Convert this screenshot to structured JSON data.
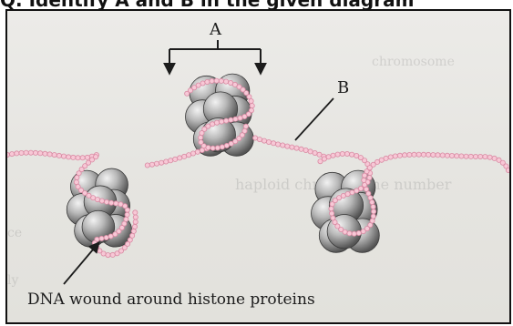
{
  "header_fragment": "Q. Identify A and B in the given diagram",
  "labels": {
    "a": "A",
    "b": "B",
    "caption": "DNA wound around histone proteins"
  },
  "background_text": [
    "chromosome",
    "haploid chromosome number",
    "ce",
    "ly"
  ],
  "colors": {
    "dna_bead": "#f7c8d6",
    "dna_outline": "#d98aa3",
    "histone_light": "#e6e6e6",
    "histone_dark": "#5a5a5a",
    "ink": "#1c1c1c"
  }
}
